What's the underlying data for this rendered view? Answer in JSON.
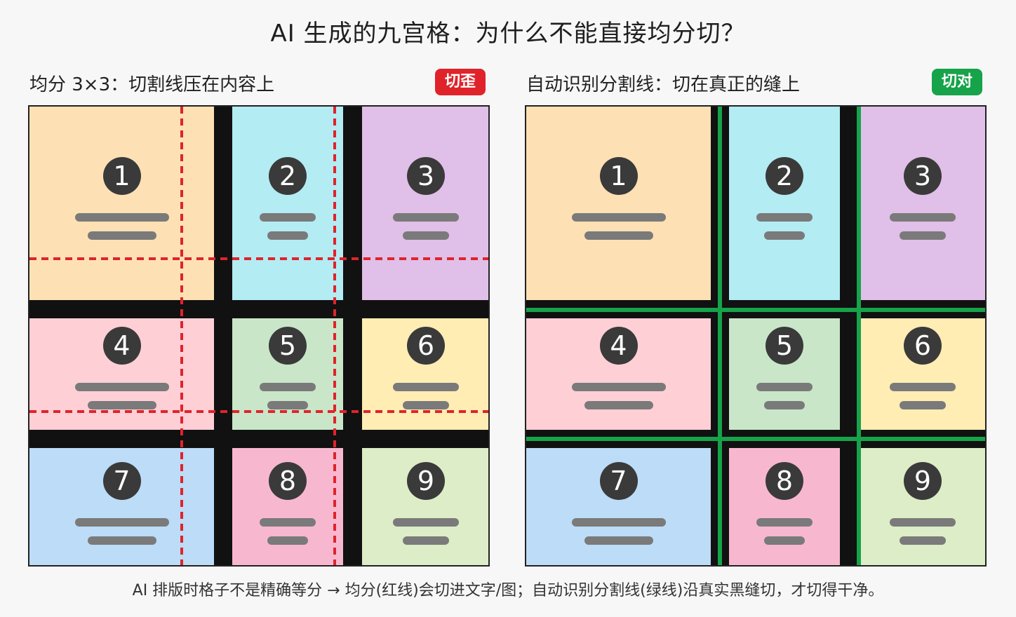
{
  "title": "AI 生成的九宫格：为什么不能直接均分切？",
  "left_panel": {
    "label": "均分 3×3：切割线压在内容上",
    "badge": "切歪",
    "cells": [
      {
        "num": "1",
        "color": "#fde1b4"
      },
      {
        "num": "2",
        "color": "#b3ecf3"
      },
      {
        "num": "3",
        "color": "#e0bfe8"
      },
      {
        "num": "4",
        "color": "#ffcfd6"
      },
      {
        "num": "5",
        "color": "#c9e6c9"
      },
      {
        "num": "6",
        "color": "#ffedb4"
      },
      {
        "num": "7",
        "color": "#bcdcf7"
      },
      {
        "num": "8",
        "color": "#f7b8cf"
      },
      {
        "num": "9",
        "color": "#ddedc7"
      }
    ],
    "cut_color": "#e0232b"
  },
  "right_panel": {
    "label": "自动识别分割线：切在真正的缝上",
    "badge": "切对",
    "cells": [
      {
        "num": "1",
        "color": "#fde1b4"
      },
      {
        "num": "2",
        "color": "#b3ecf3"
      },
      {
        "num": "3",
        "color": "#e0bfe8"
      },
      {
        "num": "4",
        "color": "#ffcfd6"
      },
      {
        "num": "5",
        "color": "#c9e6c9"
      },
      {
        "num": "6",
        "color": "#ffedb4"
      },
      {
        "num": "7",
        "color": "#bcdcf7"
      },
      {
        "num": "8",
        "color": "#f7b8cf"
      },
      {
        "num": "9",
        "color": "#ddedc7"
      }
    ],
    "cut_color": "#16a34a"
  },
  "caption": "AI 排版时格子不是精确等分 → 均分(红线)会切进文字/图；自动识别分割线(绿线)沿真实黑缝切，才切得干净。"
}
